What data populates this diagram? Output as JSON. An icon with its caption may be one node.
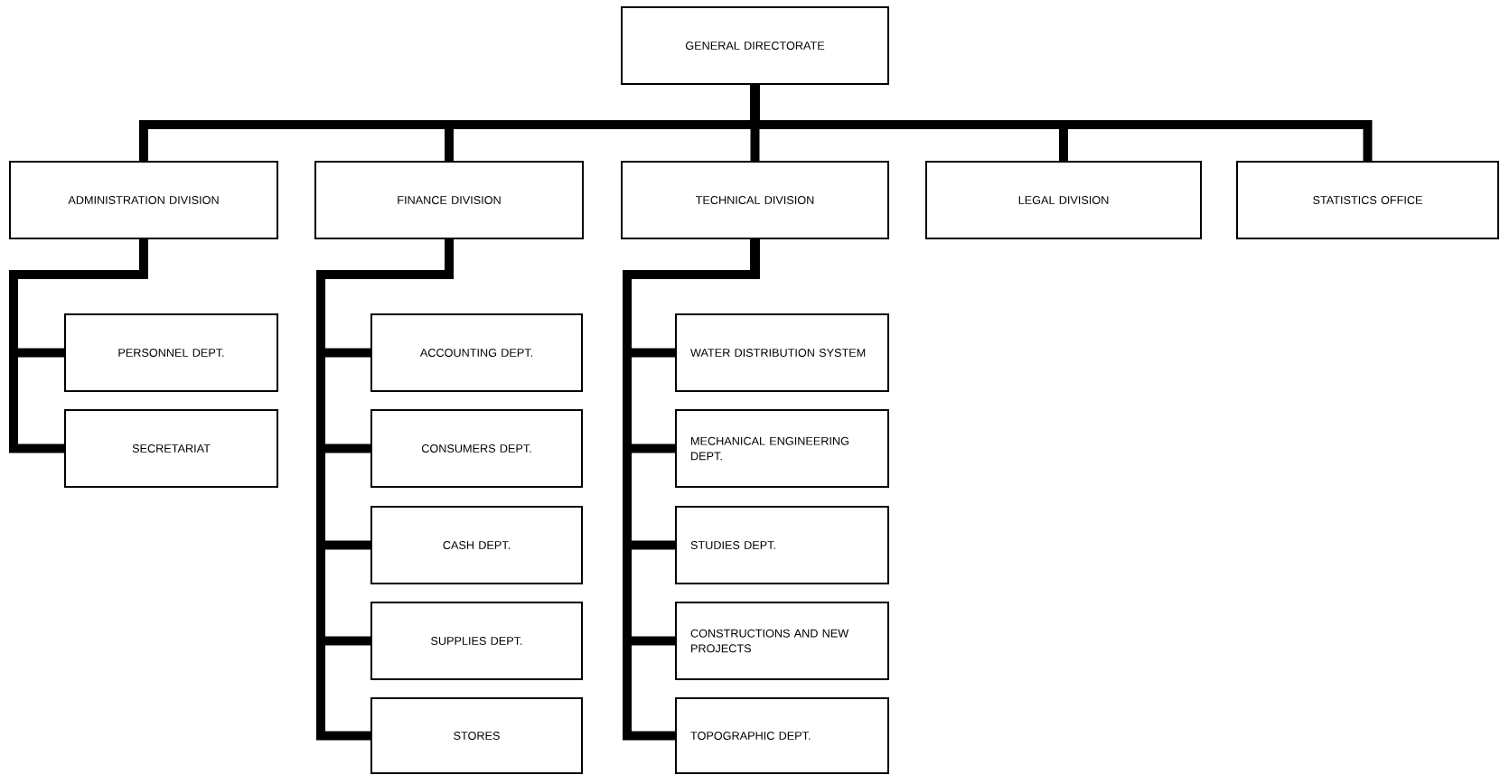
{
  "diagram": {
    "nodes": [
      {
        "text": [
          "GENERAL DIRECTORATE"
        ]
      },
      {
        "text": [
          "ADMINISTRATION DIVISION"
        ]
      },
      {
        "text": [
          "FINANCE DIVISION"
        ]
      },
      {
        "text": [
          "TECHNICAL DIVISION"
        ]
      },
      {
        "text": [
          "LEGAL DIVISION"
        ]
      },
      {
        "text": [
          "STATISTICS OFFICE"
        ]
      },
      {
        "text": [
          "PERSONNEL DEPT."
        ]
      },
      {
        "text": [
          "SECRETARIAT"
        ]
      },
      {
        "text": [
          "ACCOUNTING DEPT."
        ]
      },
      {
        "text": [
          "CONSUMERS DEPT."
        ]
      },
      {
        "text": [
          "CASH DEPT."
        ]
      },
      {
        "text": [
          "SUPPLIES DEPT."
        ]
      },
      {
        "text": [
          "STORES"
        ]
      },
      {
        "text": [
          "WATER DISTRIBUTION SYSTEM"
        ]
      },
      {
        "text": [
          "MECHANICAL ENGINEERING DEPT."
        ]
      },
      {
        "text": [
          "STUDIES DEPT."
        ]
      },
      {
        "text": [
          "CONSTRUCTIONS AND NEW PROJECTS"
        ]
      },
      {
        "text": [
          "TOPOGRAPHIC DEPT."
        ]
      }
    ],
    "edges": [
      {
        "from": 0,
        "to": 1,
        "arrow": "none"
      },
      {
        "from": 0,
        "to": 2,
        "arrow": "none"
      },
      {
        "from": 0,
        "to": 3,
        "arrow": "none"
      },
      {
        "from": 0,
        "to": 4,
        "arrow": "none"
      },
      {
        "from": 0,
        "to": 5,
        "arrow": "none"
      },
      {
        "from": 1,
        "to": 6,
        "arrow": "none"
      },
      {
        "from": 1,
        "to": 7,
        "arrow": "none"
      },
      {
        "from": 2,
        "to": 8,
        "arrow": "none"
      },
      {
        "from": 2,
        "to": 9,
        "arrow": "none"
      },
      {
        "from": 2,
        "to": 10,
        "arrow": "none"
      },
      {
        "from": 2,
        "to": 11,
        "arrow": "none"
      },
      {
        "from": 2,
        "to": 12,
        "arrow": "none"
      },
      {
        "from": 3,
        "to": 13,
        "arrow": "none"
      },
      {
        "from": 3,
        "to": 14,
        "arrow": "none"
      },
      {
        "from": 3,
        "to": 15,
        "arrow": "none"
      },
      {
        "from": 3,
        "to": 16,
        "arrow": "none"
      },
      {
        "from": 3,
        "to": 17,
        "arrow": "none"
      }
    ]
  }
}
